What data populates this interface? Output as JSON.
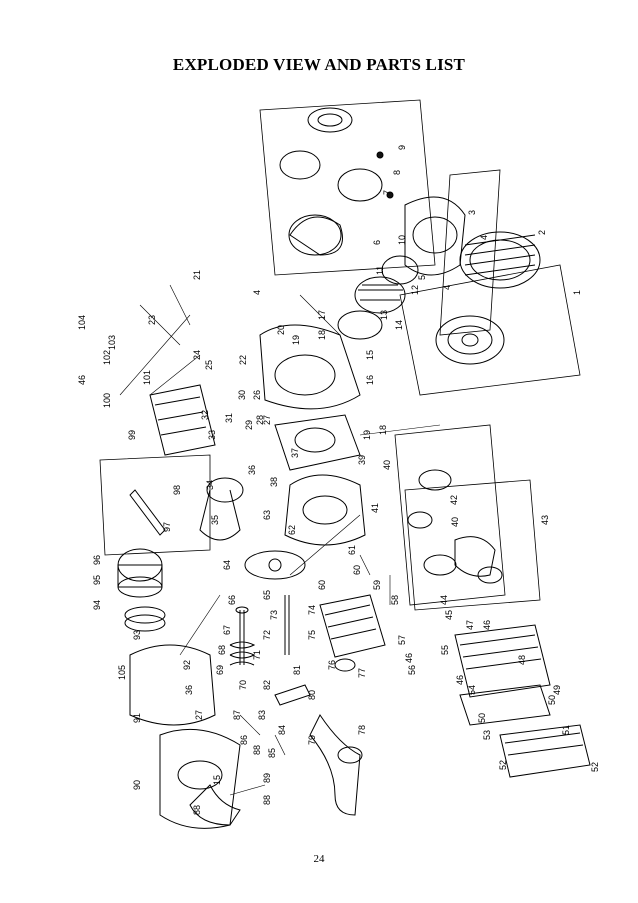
{
  "title": "EXPLODED VIEW AND PARTS LIST",
  "page_number": "24",
  "callouts": [
    "1",
    "2",
    "3",
    "4",
    "4",
    "4",
    "5",
    "6",
    "7",
    "8",
    "9",
    "10",
    "11",
    "12",
    "13",
    "14",
    "15",
    "15",
    "16",
    "17",
    "18",
    "18",
    "19",
    "19",
    "20",
    "21",
    "22",
    "23",
    "24",
    "25",
    "26",
    "27",
    "27",
    "28",
    "29",
    "30",
    "31",
    "32",
    "33",
    "34",
    "35",
    "36",
    "36",
    "37",
    "38",
    "39",
    "40",
    "40",
    "41",
    "42",
    "43",
    "44",
    "45",
    "46",
    "46",
    "46",
    "47",
    "48",
    "49",
    "50",
    "50",
    "51",
    "52",
    "52",
    "53",
    "54",
    "55",
    "56",
    "57",
    "58",
    "59",
    "60",
    "60",
    "61",
    "62",
    "63",
    "64",
    "65",
    "66",
    "67",
    "68",
    "69",
    "70",
    "71",
    "72",
    "73",
    "74",
    "75",
    "76",
    "77",
    "78",
    "79",
    "80",
    "81",
    "82",
    "83",
    "84",
    "85",
    "86",
    "87",
    "88",
    "88",
    "88",
    "89",
    "90",
    "91",
    "92",
    "93",
    "94",
    "95",
    "96",
    "97",
    "98",
    "99",
    "100",
    "101",
    "102",
    "103",
    "104",
    "105"
  ]
}
